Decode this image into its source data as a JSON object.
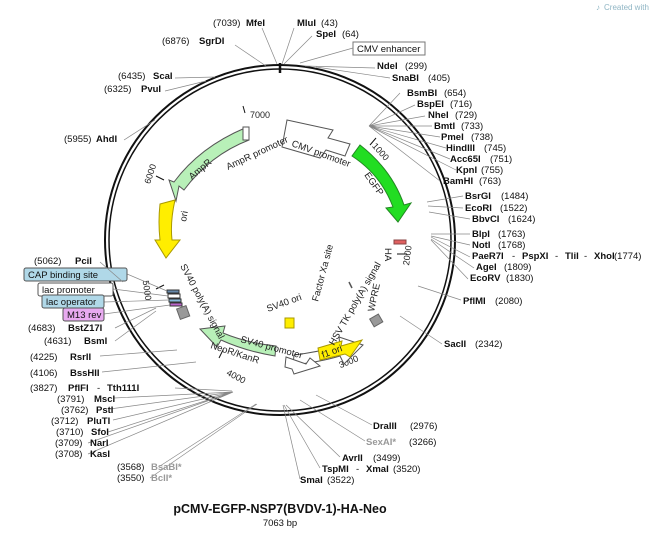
{
  "brand": {
    "text": "Created with SnapGene®"
  },
  "title": "pCMV-EGFP-NSP7(BVDV-1)-HA-Neo",
  "subtitle": "7063 bp",
  "ticks": [
    "1000",
    "2000",
    "3000",
    "4000",
    "5000",
    "6000",
    "7000"
  ],
  "enzymes": {
    "mfei": {
      "name": "MfeI",
      "pos": "(7039)"
    },
    "mlui": {
      "name": "MluI",
      "pos": "(43)"
    },
    "sgrdi": {
      "name": "SgrDI",
      "pos": "(6876)"
    },
    "spei": {
      "name": "SpeI",
      "pos": "(64)"
    },
    "ndei": {
      "name": "NdeI",
      "pos": "(299)"
    },
    "snabi": {
      "name": "SnaBI",
      "pos": "(405)"
    },
    "scai": {
      "name": "ScaI",
      "pos": "(6435)"
    },
    "pvui": {
      "name": "PvuI",
      "pos": "(6325)"
    },
    "bsmbi": {
      "name": "BsmBI",
      "pos": "(654)"
    },
    "bspei": {
      "name": "BspEI",
      "pos": "(716)"
    },
    "nhei": {
      "name": "NheI",
      "pos": "(729)"
    },
    "bmti": {
      "name": "BmtI",
      "pos": "(733)"
    },
    "pmei": {
      "name": "PmeI",
      "pos": "(738)"
    },
    "hindiii": {
      "name": "HindIII",
      "pos": "(745)"
    },
    "acc65i": {
      "name": "Acc65I",
      "pos": "(751)"
    },
    "kpni": {
      "name": "KpnI",
      "pos": "(755)"
    },
    "bamhi": {
      "name": "BamHI",
      "pos": "(763)"
    },
    "ahdi": {
      "name": "AhdI",
      "pos": "(5955)"
    },
    "bsrgi": {
      "name": "BsrGI",
      "pos": "(1484)"
    },
    "ecori": {
      "name": "EcoRI",
      "pos": "(1522)"
    },
    "bbvci": {
      "name": "BbvCI",
      "pos": "(1624)"
    },
    "blpi": {
      "name": "BlpI",
      "pos": "(1763)"
    },
    "noti": {
      "name": "NotI",
      "pos": "(1768)"
    },
    "paer7i": {
      "name": "PaeR7I",
      "sep1": " - ",
      "name2": "PspXI",
      "sep2": " - ",
      "name3": "TliI",
      "sep3": " - ",
      "name4": "XhoI",
      "pos": "(1774)"
    },
    "agei": {
      "name": "AgeI",
      "pos": "(1809)"
    },
    "ecorv": {
      "name": "EcoRV",
      "pos": "(1830)"
    },
    "pcii": {
      "name": "PciI",
      "pos": "(5062)"
    },
    "pflmi": {
      "name": "PflMI",
      "pos": "(2080)"
    },
    "bstz17i": {
      "name": "BstZ17I",
      "pos": "(4683)"
    },
    "bsmi": {
      "name": "BsmI",
      "pos": "(4631)"
    },
    "sacii": {
      "name": "SacII",
      "pos": "(2342)"
    },
    "rsrii": {
      "name": "RsrII",
      "pos": "(4225)"
    },
    "bsshii": {
      "name": "BssHII",
      "pos": "(4106)"
    },
    "pflfi": {
      "name": "PflFI",
      "sep": " - ",
      "name2": "Tth111I",
      "pos": "(3827)"
    },
    "msci": {
      "name": "MscI",
      "pos": "(3791)"
    },
    "psti": {
      "name": "PstI",
      "pos": "(3762)"
    },
    "pluti": {
      "name": "PluTI",
      "pos": "(3712)"
    },
    "sfoi": {
      "name": "SfoI",
      "pos": "(3710)"
    },
    "nari": {
      "name": "NarI",
      "pos": "(3709)"
    },
    "kasi": {
      "name": "KasI",
      "pos": "(3708)"
    },
    "bsabi": {
      "name": "BsaBI*",
      "pos": "(3568)"
    },
    "bcli": {
      "name": "BclI*",
      "pos": "(3550)"
    },
    "dra3": {
      "name": "DraIII",
      "pos": "(2976)"
    },
    "sexai": {
      "name": "SexAI*",
      "pos": "(3266)"
    },
    "avrii": {
      "name": "AvrII",
      "pos": "(3499)"
    },
    "tspmi": {
      "name": "TspMI",
      "sep": " - ",
      "name2": "XmaI",
      "pos": "(3520)"
    },
    "smai": {
      "name": "SmaI",
      "pos": "(3522)"
    }
  },
  "features": {
    "cmv_enhancer": "CMV enhancer",
    "cmv_promoter": "CMV promoter",
    "egfp": "EGFP",
    "ampr": "AmpR",
    "ampr_promoter": "AmpR promoter",
    "ori": "ori",
    "ha": "HA",
    "factor_xa": "Factor Xa site",
    "sv40_polya_left": "SV40 poly(A) signal",
    "sv40_ori": "SV40 ori",
    "hsv_tk_polya": "HSV TK poly(A) signal",
    "wpre": "WPRE",
    "sv40_promoter": "SV40 promoter",
    "neor": "NeoR/KanR",
    "f1_ori": "f1 ori",
    "cap_binding": "CAP binding site",
    "lac_promoter": "lac promoter",
    "lac_operator": "lac operator",
    "m13_rev": "M13 rev"
  },
  "colors": {
    "egfp": "#22dd22",
    "ampr": "#b8f0b8",
    "neor": "#b8f0b8",
    "ori": "#ffee00",
    "f1_ori": "#ffee00",
    "sv40_ori": "#ffee00",
    "cmv": "#ffffff",
    "cap_box": "#b0d8e8",
    "m13_box": "#e8aaf0",
    "gray_feature": "#999999",
    "ha_tag": "#e06060"
  }
}
